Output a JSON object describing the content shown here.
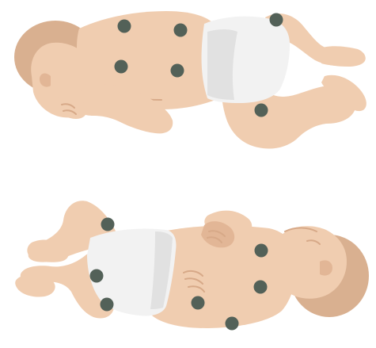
{
  "figure": {
    "colors": {
      "skin": "#f0cdb0",
      "skin_shadow": "#e2b696",
      "hair": "#d9b090",
      "diaper": "#f2f2f2",
      "electrode": "#536158"
    },
    "views": [
      {
        "name": "top-infant",
        "electrode_icon": "electrode-dot-icon",
        "electrode_count": 6
      },
      {
        "name": "bottom-infant",
        "electrode_icon": "electrode-dot-icon",
        "electrode_count": 7
      }
    ]
  }
}
